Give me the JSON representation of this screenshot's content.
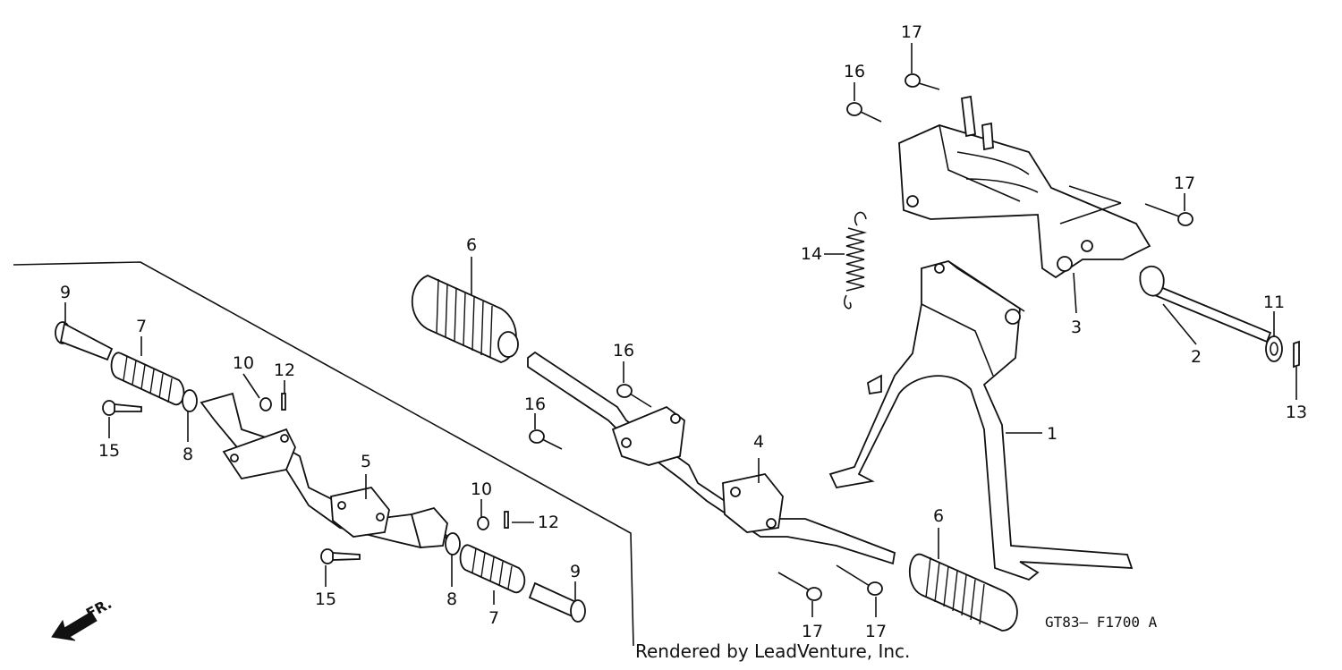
{
  "diagram": {
    "code": "GT83— F1700 A",
    "credit": "Rendered by LeadVenture, Inc.",
    "direction": "FR.",
    "labels": [
      "1",
      "2",
      "3",
      "4",
      "5",
      "6",
      "6",
      "7",
      "7",
      "8",
      "8",
      "9",
      "9",
      "10",
      "10",
      "11",
      "12",
      "12",
      "13",
      "14",
      "15",
      "15",
      "16",
      "16",
      "16",
      "17",
      "17",
      "17",
      "17"
    ]
  }
}
